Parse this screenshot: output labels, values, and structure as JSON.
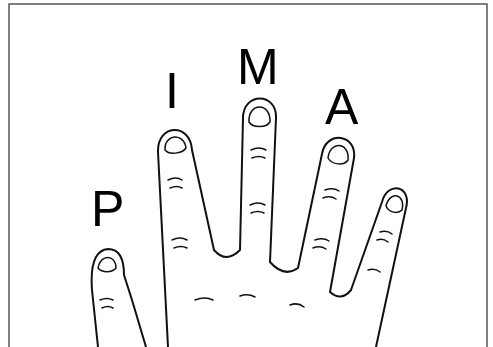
{
  "diagram": {
    "labels": [
      "P",
      "I",
      "M",
      "A"
    ]
  }
}
